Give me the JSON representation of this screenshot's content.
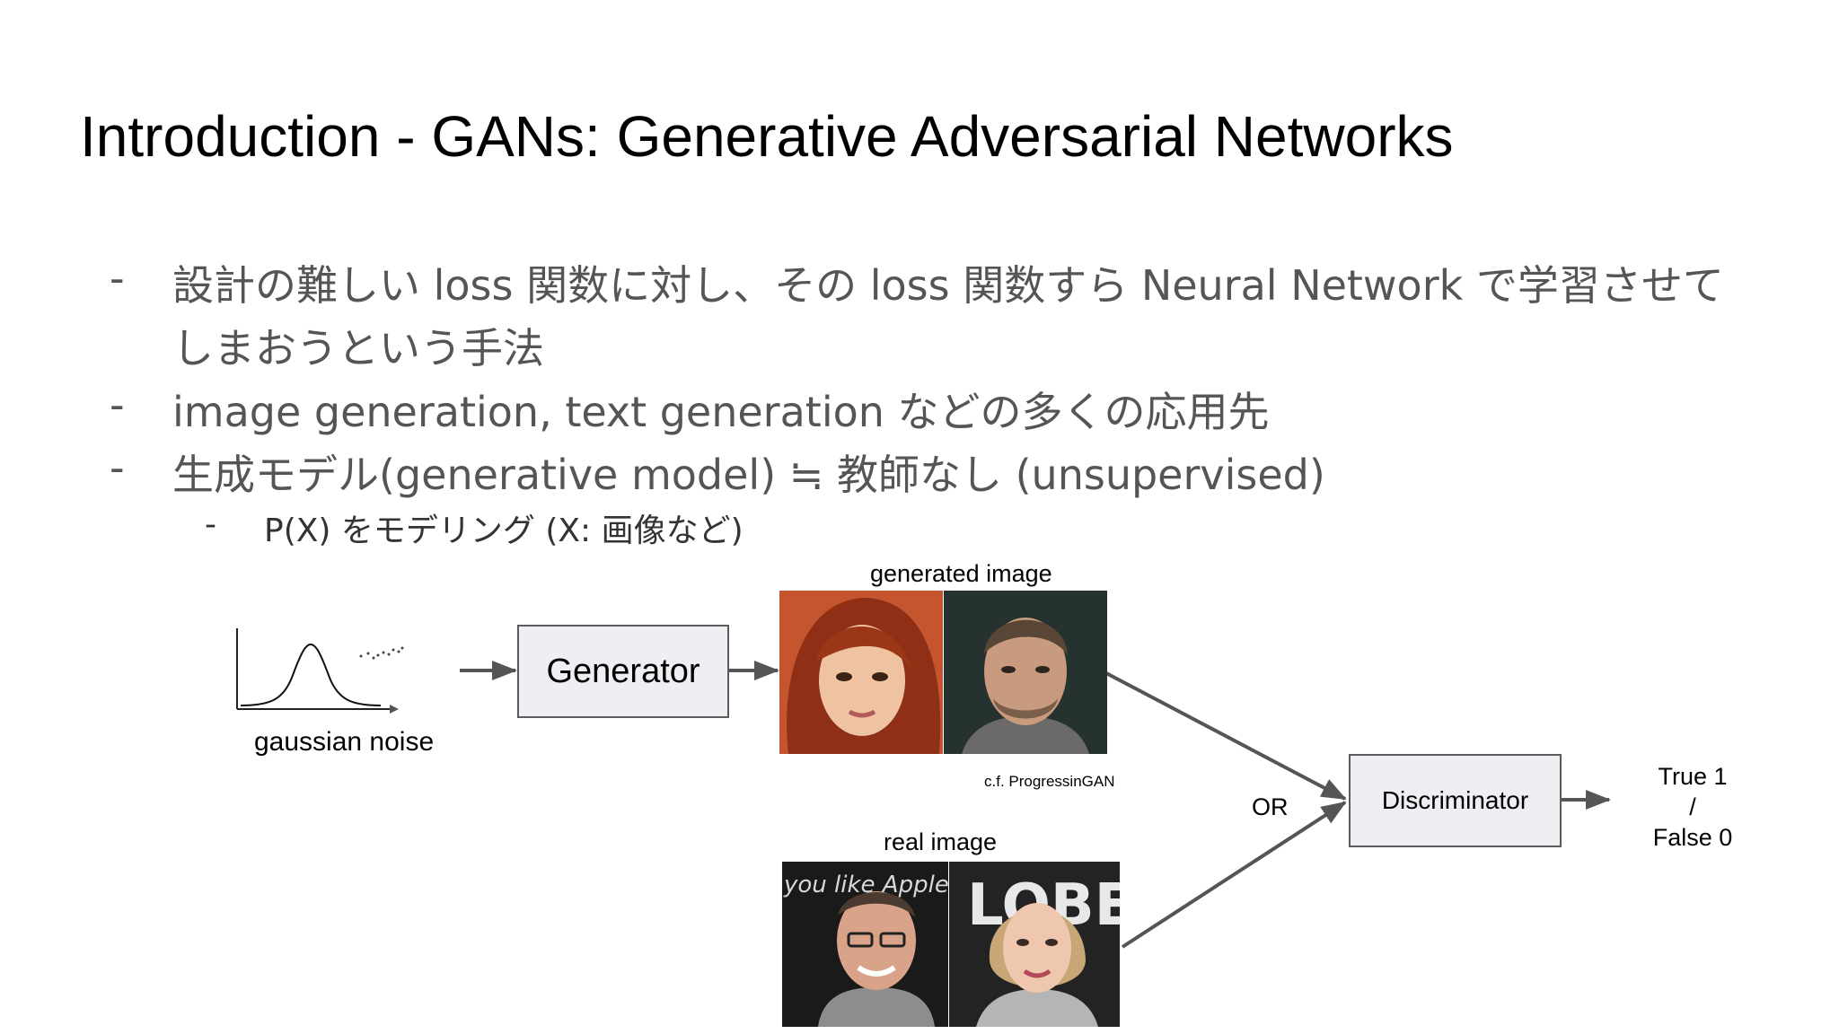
{
  "title": "Introduction - GANs: Generative Adversarial Networks",
  "bullets": {
    "dash": "-",
    "b1_line1": "設計の難しい loss 関数に対し、その loss 関数すら Neural Network で学習させて",
    "b1_line2": "しまおうという手法",
    "b2": "image generation, text generation などの多くの応用先",
    "b3": "生成モデル(generative model) ≒ 教師なし (unsupervised)",
    "b3_sub": "P(X) をモデリング (X: 画像など)"
  },
  "diagram": {
    "noise_label": "gaussian noise",
    "generator_label": "Generator",
    "generated_label": "generated image",
    "credit": "c.f. ProgressinGAN",
    "real_label": "real image",
    "or_label": "OR",
    "discriminator_label": "Discriminator",
    "output_true": "True 1",
    "output_sep": "/",
    "output_false": "False 0",
    "real_photo_text": "you like Apples",
    "real_bg_text": "LOBE",
    "colors": {
      "box_fill": "#efeef3",
      "box_border": "#5b5b5b",
      "arrow": "#555555",
      "bullet_text": "#555555"
    }
  }
}
